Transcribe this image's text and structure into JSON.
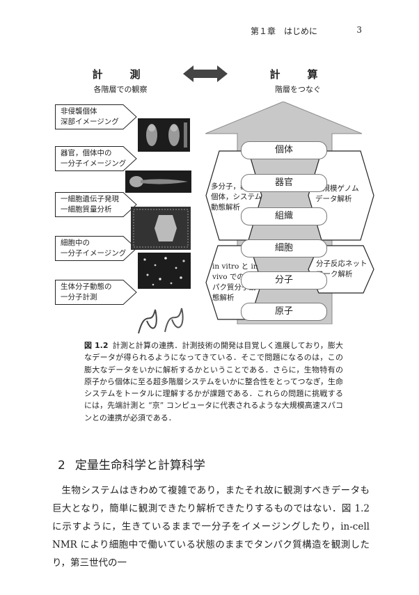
{
  "running_head": {
    "chapter": "第１章　はじめに",
    "page_number": "3"
  },
  "figure": {
    "left_header": {
      "title": "計　測",
      "subtitle": "各階層での観察"
    },
    "right_header": {
      "title": "計　算",
      "subtitle": "階層をつなぐ"
    },
    "measurement_labels": [
      "非侵襲個体\n深部イメージング",
      "器官，個体中の\n一分子イメージング",
      "一細胞遺伝子発現\n一細胞質量分析",
      "細胞中の\n一分子イメージング",
      "生体分子動態の\n一分子計測"
    ],
    "hierarchy_levels": [
      "個体",
      "器官",
      "組織",
      "細胞",
      "分子",
      "原子"
    ],
    "hexagons": {
      "upper_left": "多分子，器官，\n個体，システム\n動態解析",
      "upper_right": "大規模ゲノム\nデータ解析",
      "lower_left": "in vitro と in\nvivo でのタン\nパク質分子動\n態解析",
      "lower_right": "分子反応ネット\nワーク解析"
    },
    "colors": {
      "arrow_fill": "#c8c8c8",
      "arrow_stroke": "#888888",
      "photo_bg": "#1c1c1c"
    },
    "icons": {
      "double_arrow": "double-arrow-icon"
    }
  },
  "caption": {
    "label": "図 1.2",
    "text": "計測と計算の連携．計測技術の開発は目覚しく進展しており，膨大なデータが得られるようになってきている．そこで問題になるのは，この膨大なデータをいかに解析するかということである．さらに，生物特有の原子から個体に至る超多階層システムをいかに整合性をとってつなぎ，生命システムをトータルに理解するかが課題である．これらの問題に挑戦するには，先端計測と “京” コンピュータに代表されるような大規模高速スパコンとの連携が必須である．"
  },
  "section": {
    "number": "2",
    "title": "定量生命科学と計算科学"
  },
  "body_text": "生物システムはきわめて複雑であり，またそれ故に観測すべきデータも巨大となり，簡単に観測できたり解析できたりするものではない．図 1.2 に示すように，生きているままで一分子をイメージングしたり，in-cell NMR により細胞中で働いている状態のままでタンパク質構造を観測したり，第三世代の一"
}
